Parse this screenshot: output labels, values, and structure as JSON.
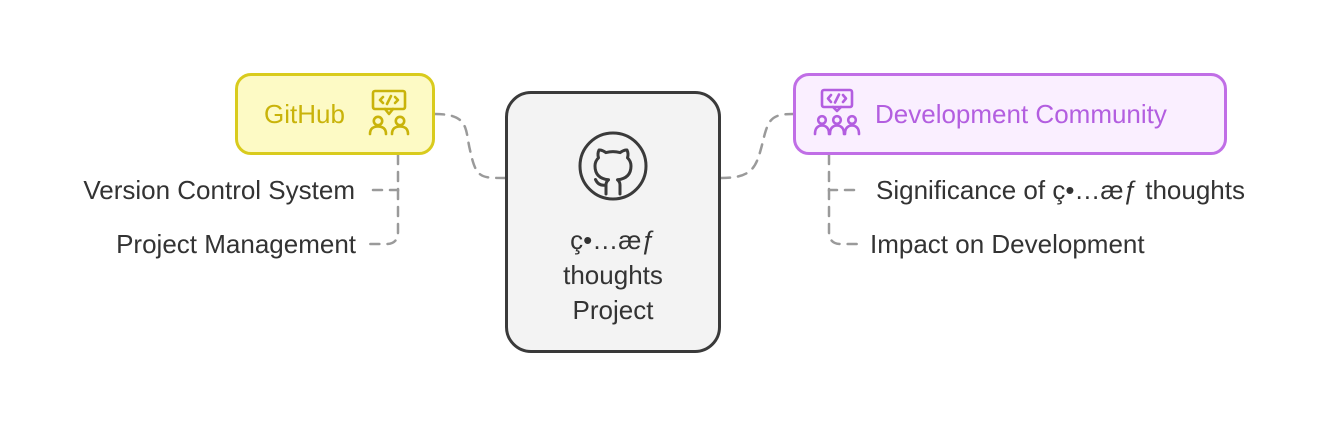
{
  "center": {
    "line1": "ç•…æƒ",
    "line2": "thoughts",
    "line3": "Project",
    "icon": "github-icon"
  },
  "github": {
    "label": "GitHub",
    "icon": "developer-community-icon",
    "items": [
      "Version Control System",
      "Project Management"
    ]
  },
  "community": {
    "label": "Development Community",
    "icon": "developer-group-icon",
    "items": [
      "Significance of ç•…æƒ thoughts",
      "Impact on Development"
    ]
  },
  "colors": {
    "github_border": "#d9cb1d",
    "github_fill": "#fdfac5",
    "github_text": "#c9b30a",
    "community_border": "#c06ee6",
    "community_fill": "#faefff",
    "community_text": "#b35ee0",
    "center_border": "#3a3a3a",
    "center_fill": "#f3f3f3",
    "connector": "#9a9a9a"
  }
}
